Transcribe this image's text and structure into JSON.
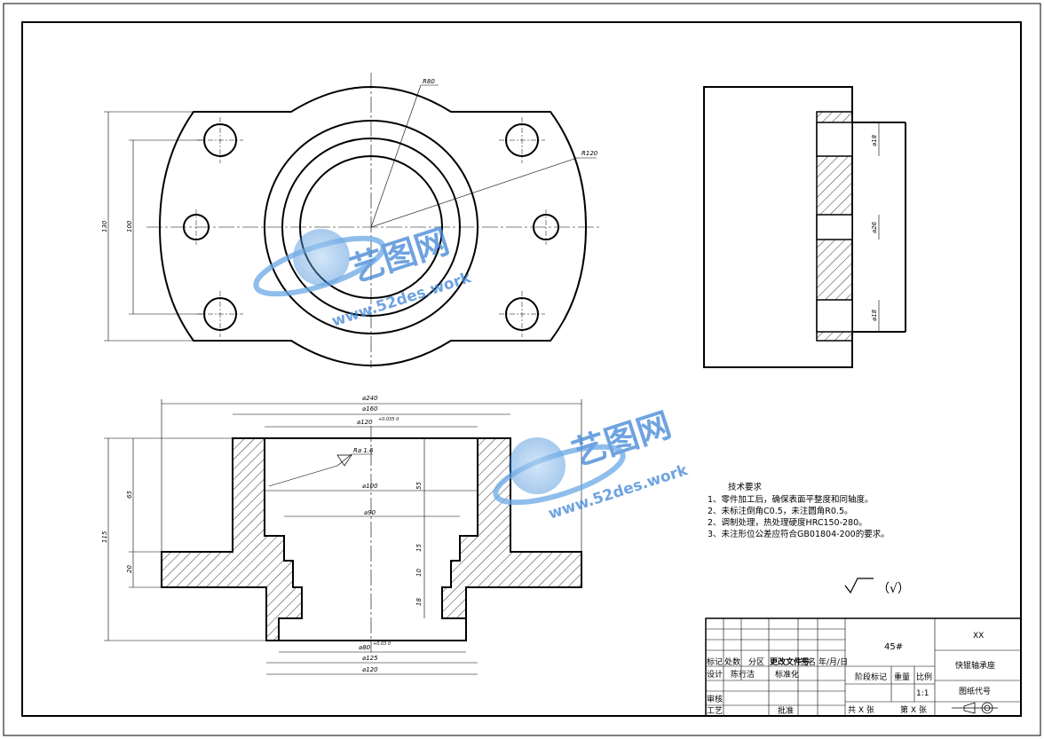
{
  "drawing": {
    "top_view": {
      "radius_80": "R80",
      "radius_120": "R120",
      "dim_height_130": "130",
      "dim_height_100": "100"
    },
    "side_view": {
      "hole_18_top": "⌀18",
      "hole_26": "⌀26",
      "hole_18_bottom": "⌀18"
    },
    "section_view": {
      "dia_240": "⌀240",
      "dia_160": "⌀160",
      "dia_120_tol": "⌀120",
      "tol_sup": "+0.035 0",
      "roughness": "Ra 1.6",
      "dia_100": "⌀100",
      "dia_90": "⌀90",
      "dia_80_tol": "⌀80",
      "tol_80": "+0.03 0",
      "dia_125": "⌀125",
      "dia_120_bottom": "⌀120",
      "h_55": "55",
      "h_15": "15",
      "h_10": "10",
      "h_18": "18",
      "h_65": "65",
      "h_20": "20",
      "h_115": "115"
    }
  },
  "watermarks": [
    {
      "brand": "艺图网",
      "url": "www.52des.work"
    },
    {
      "brand": "艺图网",
      "url": "www.52des.work"
    }
  ],
  "requirements": {
    "title": "技术要求",
    "items": [
      "1、零件加工后，确保表面平整度和同轴度。",
      "2、未标注倒角C0.5，未注圆角R0.5。",
      "2、调制处理，热处理硬度HRC150-280。",
      "3、未注形位公差应符合GB01804-200的要求。"
    ]
  },
  "surface_symbol_note": "（√）",
  "title_block": {
    "material": "45#",
    "company": "XX",
    "part_name": "快锟轴承座",
    "drawing_code": "图纸代号",
    "scale": "1:1",
    "stage_mark": "阶段标记",
    "weight": "重量",
    "ratio": "比例",
    "total_sheets": "共 X 张",
    "sheet_no": "第 X 张",
    "row_labels": {
      "mark": "标记",
      "count": "处数",
      "zone": "分区",
      "change_doc": "更改文件号",
      "sign": "签名",
      "date": "年/月/日",
      "design": "设计",
      "standardization_l": "陈行洁",
      "standardization": "标准化",
      "review": "审核",
      "process": "工艺",
      "approve": "批准"
    }
  }
}
